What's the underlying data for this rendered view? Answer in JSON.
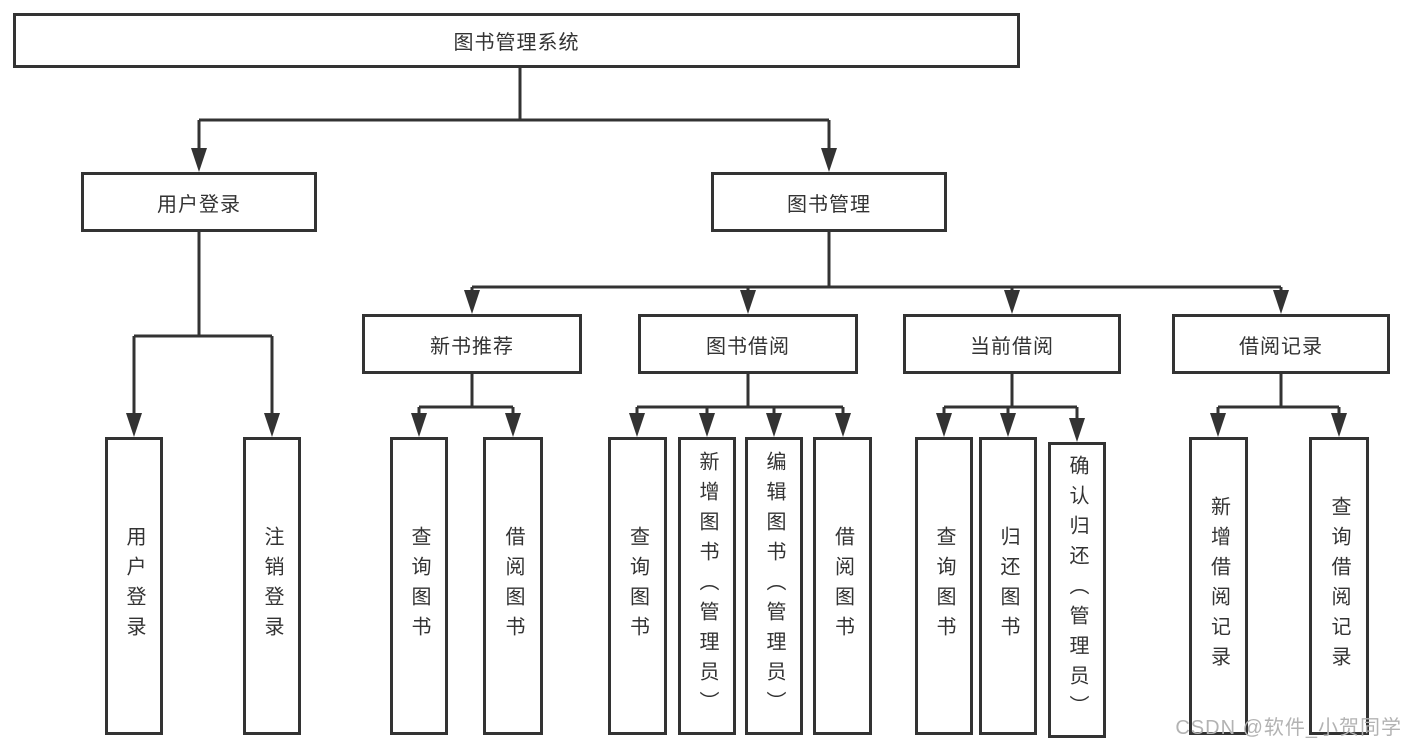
{
  "tree": {
    "root": {
      "label": "图书管理系统"
    },
    "branches": [
      {
        "label": "用户登录",
        "children": [
          {
            "label": "用户登录"
          },
          {
            "label": "注销登录"
          }
        ]
      },
      {
        "label": "图书管理",
        "children": [
          {
            "label": "新书推荐",
            "children": [
              {
                "label": "查询图书"
              },
              {
                "label": "借阅图书"
              }
            ]
          },
          {
            "label": "图书借阅",
            "children": [
              {
                "label": "查询图书"
              },
              {
                "label": "新增图书（管理员）"
              },
              {
                "label": "编辑图书（管理员）"
              },
              {
                "label": "借阅图书"
              }
            ]
          },
          {
            "label": "当前借阅",
            "children": [
              {
                "label": "查询图书"
              },
              {
                "label": "归还图书"
              },
              {
                "label": "确认归还（管理员）"
              }
            ]
          },
          {
            "label": "借阅记录",
            "children": [
              {
                "label": "新增借阅记录"
              },
              {
                "label": "查询借阅记录"
              }
            ]
          }
        ]
      }
    ]
  },
  "watermark": {
    "text": "CSDN @软件_小贺同学"
  },
  "colors": {
    "line": "#333333",
    "box_border": "#333333",
    "text": "#333333",
    "background": "#ffffff",
    "watermark": "#b3b3b3"
  }
}
